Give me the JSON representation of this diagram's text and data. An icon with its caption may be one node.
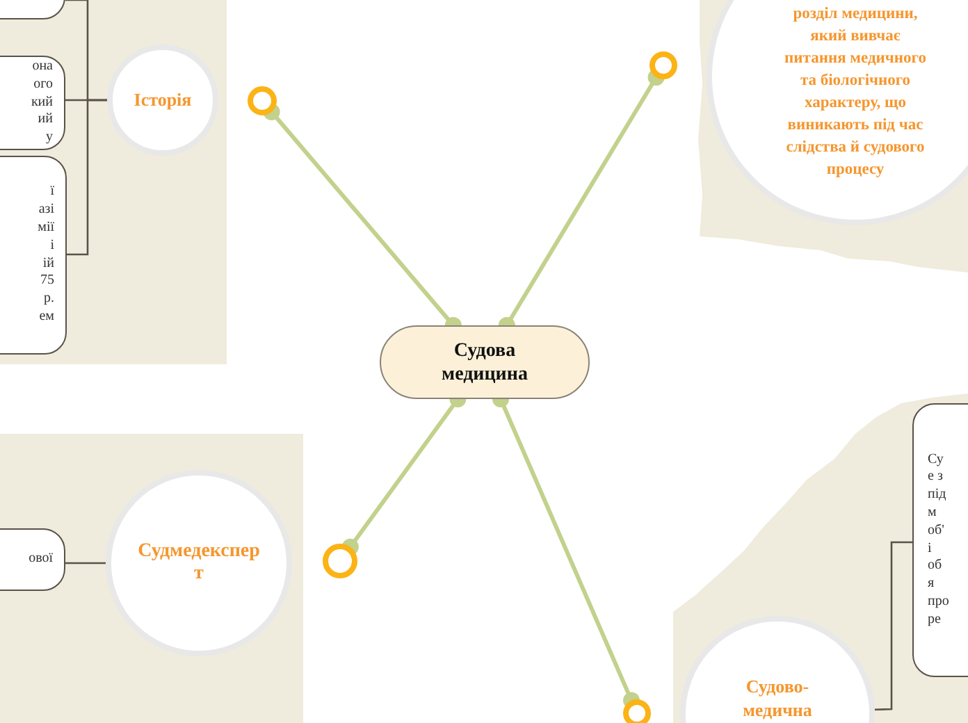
{
  "diagram": {
    "nodes": [
      {
        "text": [
          "Судова медицина"
        ]
      },
      {
        "text": [],
        "shape": "box"
      },
      {
        "text": [
          "она ого кий ий у"
        ]
      },
      {
        "text": [
          "ї азі мії і ій 75 р. ем"
        ]
      },
      {
        "text": [
          "Історія"
        ]
      },
      {
        "text": [],
        "shape": "circle"
      },
      {
        "text": [
          "розділ медицини, який вивчає питання медичного та біологічного характеру, що виникають під час слідства й судового процесу"
        ]
      },
      {
        "text": [],
        "shape": "circle"
      },
      {
        "text": [
          "ової"
        ]
      },
      {
        "text": [
          "Судмедексперт"
        ]
      },
      {
        "text": [],
        "shape": "circle"
      },
      {
        "text": [
          "Су е з під м об' і об я про ре"
        ]
      },
      {
        "text": [
          "Судово-медична"
        ]
      },
      {
        "text": [],
        "shape": "circle"
      }
    ],
    "edges": [
      {
        "from": 0,
        "to": 5,
        "arrow": "other",
        "color": "#c2d18c",
        "style": "thick"
      },
      {
        "from": 0,
        "to": 7,
        "arrow": "other",
        "color": "#c2d18c",
        "style": "thick"
      },
      {
        "from": 0,
        "to": 10,
        "arrow": "other",
        "color": "#c2d18c",
        "style": "thick"
      },
      {
        "from": 0,
        "to": 13,
        "arrow": "other",
        "color": "#c2d18c",
        "style": "thick"
      },
      {
        "from": 4,
        "to": 1,
        "arrow": "none"
      },
      {
        "from": 4,
        "to": 2,
        "arrow": "none"
      },
      {
        "from": 4,
        "to": 3,
        "arrow": "none"
      },
      {
        "from": 9,
        "to": 8,
        "arrow": "none"
      },
      {
        "from": 12,
        "to": 11,
        "arrow": "none"
      }
    ]
  }
}
